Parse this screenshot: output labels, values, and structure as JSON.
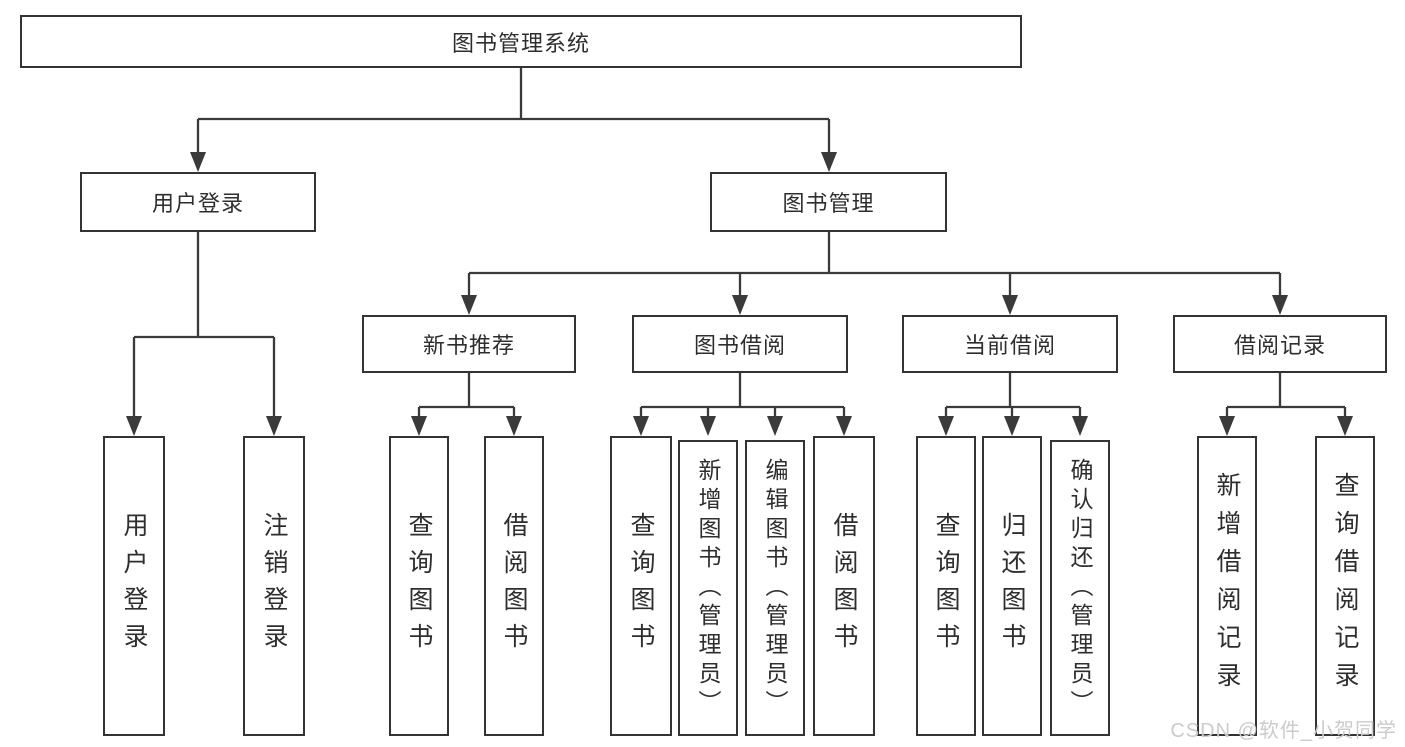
{
  "tree": {
    "label": "图书管理系统",
    "children": [
      {
        "label": "用户登录",
        "children": [
          {
            "label": "用户登录"
          },
          {
            "label": "注销登录"
          }
        ]
      },
      {
        "label": "图书管理",
        "children": [
          {
            "label": "新书推荐",
            "children": [
              {
                "label": "查询图书"
              },
              {
                "label": "借阅图书"
              }
            ]
          },
          {
            "label": "图书借阅",
            "children": [
              {
                "label": "查询图书"
              },
              {
                "label": "新增图书（管理员）"
              },
              {
                "label": "编辑图书（管理员）"
              },
              {
                "label": "借阅图书"
              }
            ]
          },
          {
            "label": "当前借阅",
            "children": [
              {
                "label": "查询图书"
              },
              {
                "label": "归还图书"
              },
              {
                "label": "确认归还（管理员）"
              }
            ]
          },
          {
            "label": "借阅记录",
            "children": [
              {
                "label": "新增借阅记录"
              },
              {
                "label": "查询借阅记录"
              }
            ]
          }
        ]
      }
    ]
  },
  "watermark": {
    "text": "CSDN @软件_小贺同学"
  },
  "colors": {
    "line": "#3a3a3a",
    "box_border": "#333333",
    "text": "#2e2e2e",
    "watermark": "#cbcbcb",
    "background": "#ffffff"
  }
}
